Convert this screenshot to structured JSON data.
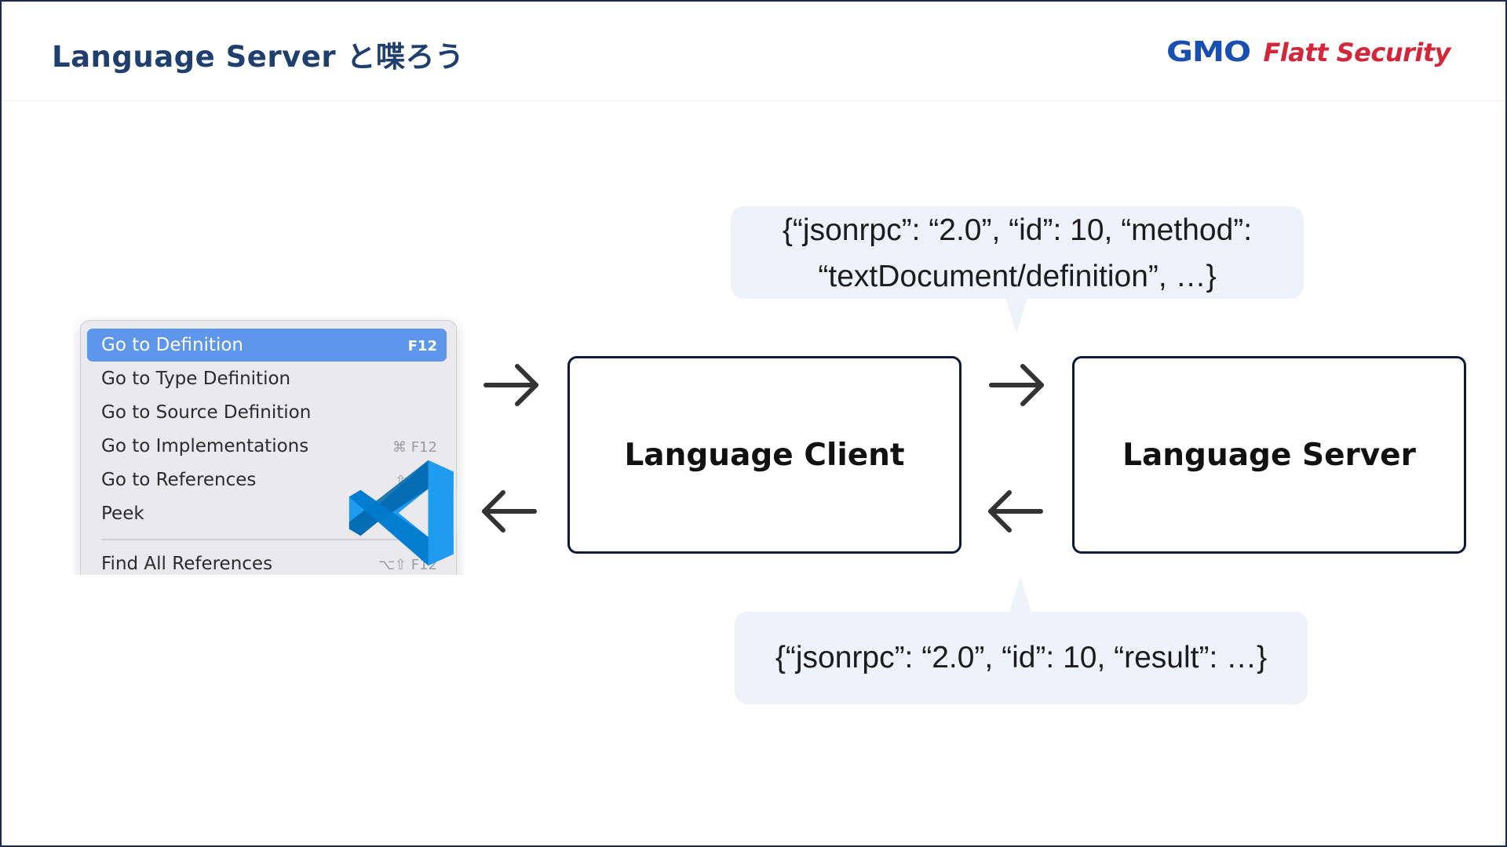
{
  "slide": {
    "title": "Language Server と喋ろう"
  },
  "logo": {
    "brand_gmo": "GMO",
    "brand_product": "Flatt Security",
    "colors": {
      "gmo": "#1a4fb2",
      "product": "#d3263a"
    }
  },
  "context_menu": {
    "items": [
      {
        "label": "Go to Definition",
        "shortcut": "F12",
        "selected": true
      },
      {
        "label": "Go to Type Definition",
        "shortcut": ""
      },
      {
        "label": "Go to Source Definition",
        "shortcut": ""
      },
      {
        "label": "Go to Implementations",
        "shortcut": "⌘ F12"
      },
      {
        "label": "Go to References",
        "shortcut": "⇧ F12"
      },
      {
        "label": "Peek",
        "shortcut": "",
        "submenu_icon": "chevron-right-icon"
      },
      {
        "label": "Find All References",
        "shortcut": "⌥⇧ F12"
      }
    ],
    "selected_color": "#5d96ea"
  },
  "editor_logo": {
    "icon": "vscode-logo-icon",
    "colors": [
      "#0065a9",
      "#007acc",
      "#1f9cf0"
    ]
  },
  "diagram": {
    "client_label": "Language Client",
    "server_label": "Language Server",
    "arrows": [
      "arrow-right-icon",
      "arrow-left-icon",
      "arrow-right-icon",
      "arrow-left-icon"
    ],
    "request_line1": "{“jsonrpc”: “2.0”, “id”: 10, “method”:",
    "request_line2": "“textDocument/definition”, …}",
    "response": "{“jsonrpc”: “2.0”, “id”: 10, “result”:  …}",
    "border_color": "#0e1a3a",
    "bubble_color": "#eef2fa"
  }
}
